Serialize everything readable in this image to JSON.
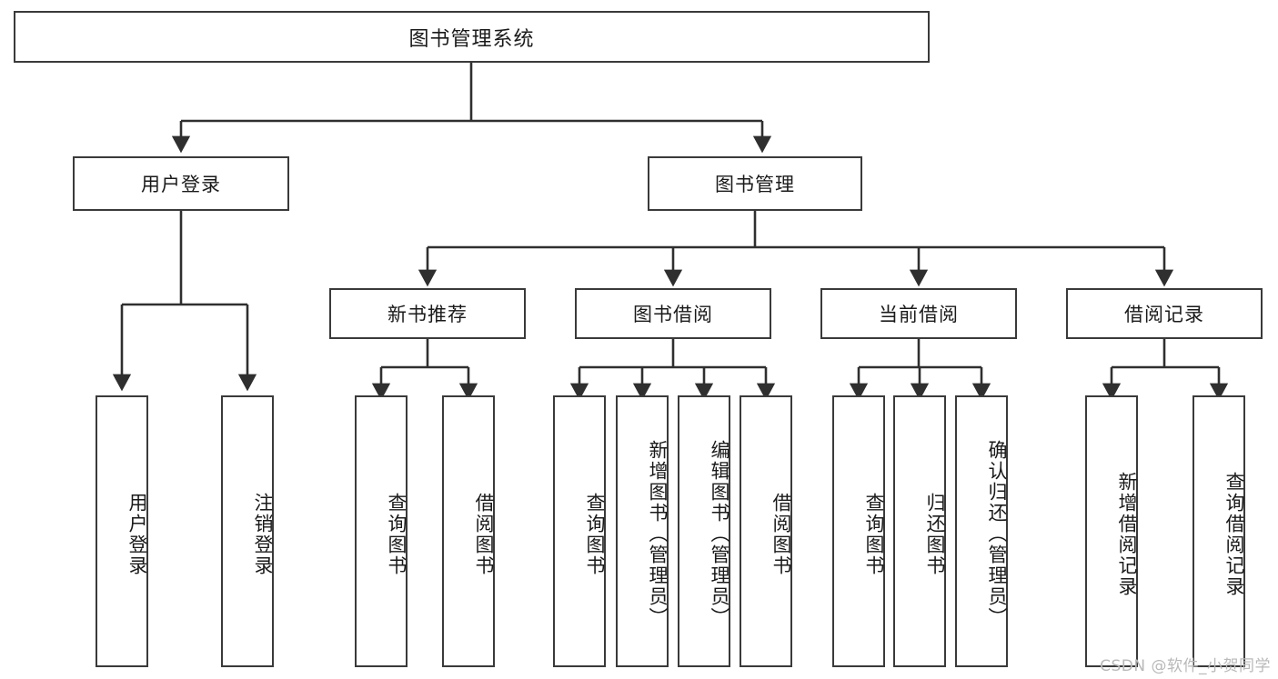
{
  "diagram": {
    "type": "tree-hierarchy-chart",
    "title_text": "图书管理系统",
    "watermark": "CSDN @软件_小贺同学",
    "colors": {
      "box_border": "#3a3a3a",
      "box_fill": "#ffffff",
      "connector": "#2f2f2f",
      "text": "#1a1a1a",
      "watermark": "#b9b9b9",
      "background": "#ffffff"
    },
    "root": {
      "label": "图书管理系统"
    },
    "level2": [
      {
        "id": "user-login",
        "label": "用户登录"
      },
      {
        "id": "book-management",
        "label": "图书管理"
      }
    ],
    "level3": [
      {
        "id": "new-book-recommend",
        "label": "新书推荐"
      },
      {
        "id": "book-borrow",
        "label": "图书借阅"
      },
      {
        "id": "current-borrow",
        "label": "当前借阅"
      },
      {
        "id": "borrow-record",
        "label": "借阅记录"
      }
    ],
    "leaves": {
      "user_login": [
        {
          "id": "user-login-leaf",
          "label": "用户登录"
        },
        {
          "id": "logout-leaf",
          "label": "注销登录"
        }
      ],
      "new_book_recommend": [
        {
          "id": "query-book-1",
          "label": "查询图书"
        },
        {
          "id": "borrow-book-1",
          "label": "借阅图书"
        }
      ],
      "book_borrow": [
        {
          "id": "query-book-2",
          "label": "查询图书"
        },
        {
          "id": "add-book-admin",
          "label": "新增图书（管理员）"
        },
        {
          "id": "edit-book-admin",
          "label": "编辑图书（管理员）"
        },
        {
          "id": "borrow-book-2",
          "label": "借阅图书"
        }
      ],
      "current_borrow": [
        {
          "id": "query-book-3",
          "label": "查询图书"
        },
        {
          "id": "return-book",
          "label": "归还图书"
        },
        {
          "id": "confirm-return-admin",
          "label": "确认归还（管理员）"
        }
      ],
      "borrow_record": [
        {
          "id": "add-borrow-record",
          "label": "新增借阅记录"
        },
        {
          "id": "query-borrow-record",
          "label": "查询借阅记录"
        }
      ]
    }
  }
}
